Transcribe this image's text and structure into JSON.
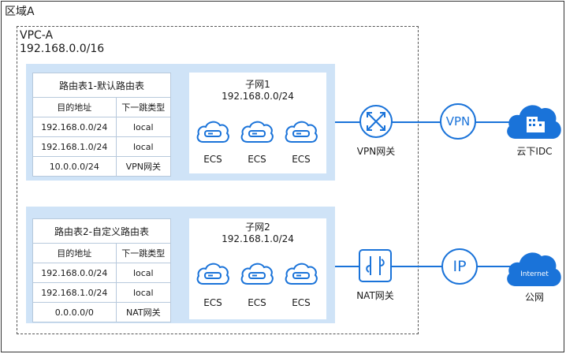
{
  "region": {
    "label": "区域A"
  },
  "vpc": {
    "name": "VPC-A",
    "cidr": "192.168.0.0/16"
  },
  "route_tables": [
    {
      "title": "路由表1-默认路由表",
      "headers": [
        "目的地址",
        "下一跳类型"
      ],
      "rows": [
        [
          "192.168.0.0/24",
          "local"
        ],
        [
          "192.168.1.0/24",
          "local"
        ],
        [
          "10.0.0.0/24",
          "VPN网关"
        ]
      ]
    },
    {
      "title": "路由表2-自定义路由表",
      "headers": [
        "目的地址",
        "下一跳类型"
      ],
      "rows": [
        [
          "192.168.0.0/24",
          "local"
        ],
        [
          "192.168.1.0/24",
          "local"
        ],
        [
          "0.0.0.0/0",
          "NAT网关"
        ]
      ]
    }
  ],
  "subnets": [
    {
      "name": "子网1",
      "cidr": "192.168.0.0/24",
      "instances": [
        "ECS",
        "ECS",
        "ECS"
      ]
    },
    {
      "name": "子网2",
      "cidr": "192.168.1.0/24",
      "instances": [
        "ECS",
        "ECS",
        "ECS"
      ]
    }
  ],
  "gateways": {
    "vpn": "VPN网关",
    "nat": "NAT网关"
  },
  "connections": {
    "vpn_badge": "VPN",
    "ip_badge": "IP"
  },
  "destinations": {
    "idc": "云下IDC",
    "internet_label": "Internet",
    "internet": "公网"
  },
  "colors": {
    "accent": "#1a73d9",
    "band": "#cfe3f7",
    "line": "#1a73d9"
  }
}
